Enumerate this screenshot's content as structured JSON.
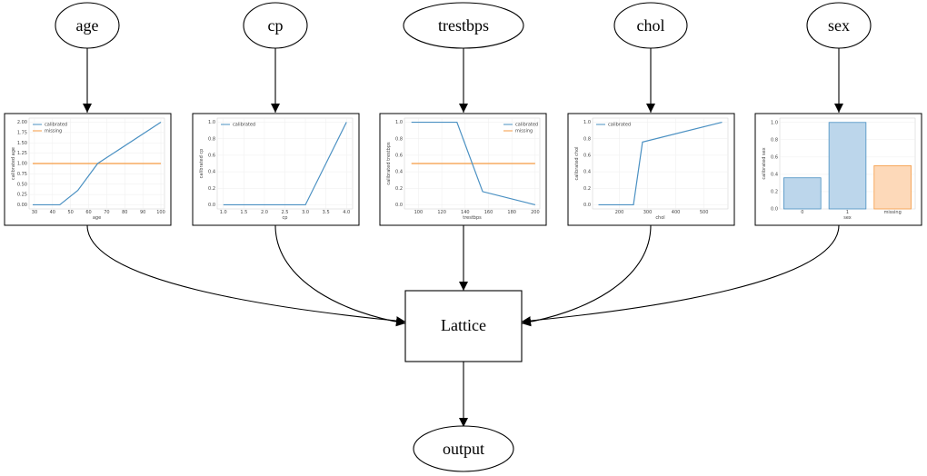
{
  "inputs": [
    "age",
    "cp",
    "trestbps",
    "chol",
    "sex"
  ],
  "center": "Lattice",
  "output": "output",
  "colors": {
    "calibrated": "#4a90c2",
    "missing": "#f59a42",
    "bar_calibrated": "#bcd6eb",
    "bar_missing": "#fdd9b9"
  },
  "chart_data": [
    {
      "type": "line",
      "feature": "age",
      "xlabel": "age",
      "ylabel": "calibrated age",
      "xlim": [
        27,
        102
      ],
      "ylim": [
        -0.1,
        2.1
      ],
      "xticks": [
        30,
        40,
        50,
        60,
        70,
        80,
        90,
        100
      ],
      "yticks": [
        0.0,
        0.25,
        0.5,
        0.75,
        1.0,
        1.25,
        1.5,
        1.75,
        2.0
      ],
      "ytick_labels": [
        "0.00",
        "0.25",
        "0.50",
        "0.75",
        "1.00",
        "1.25",
        "1.50",
        "1.75",
        "2.00"
      ],
      "legend": [
        "calibrated",
        "missing"
      ],
      "legend_position": "top-left",
      "series": [
        {
          "name": "calibrated",
          "x": [
            29,
            44,
            54,
            65,
            100
          ],
          "y": [
            0.0,
            0.0,
            0.35,
            1.0,
            2.0
          ]
        },
        {
          "name": "missing",
          "x": [
            29,
            100
          ],
          "y": [
            1.0,
            1.0
          ]
        }
      ]
    },
    {
      "type": "line",
      "feature": "cp",
      "xlabel": "cp",
      "ylabel": "calibrated cp",
      "xlim": [
        0.85,
        4.15
      ],
      "ylim": [
        -0.05,
        1.05
      ],
      "xticks": [
        1.0,
        1.5,
        2.0,
        2.5,
        3.0,
        3.5,
        4.0
      ],
      "xtick_labels": [
        "1.0",
        "1.5",
        "2.0",
        "2.5",
        "3.0",
        "3.5",
        "4.0"
      ],
      "yticks": [
        0.0,
        0.2,
        0.4,
        0.6,
        0.8,
        1.0
      ],
      "ytick_labels": [
        "0.0",
        "0.2",
        "0.4",
        "0.6",
        "0.8",
        "1.0"
      ],
      "legend": [
        "calibrated"
      ],
      "legend_position": "top-left",
      "series": [
        {
          "name": "calibrated",
          "x": [
            1.0,
            3.0,
            4.0
          ],
          "y": [
            0.0,
            0.0,
            1.0
          ]
        }
      ]
    },
    {
      "type": "line",
      "feature": "trestbps",
      "xlabel": "trestbps",
      "ylabel": "calibrated trestbps",
      "xlim": [
        88,
        204
      ],
      "ylim": [
        -0.05,
        1.05
      ],
      "xticks": [
        100,
        120,
        140,
        160,
        180,
        200
      ],
      "yticks": [
        0.0,
        0.2,
        0.4,
        0.6,
        0.8,
        1.0
      ],
      "ytick_labels": [
        "0.0",
        "0.2",
        "0.4",
        "0.6",
        "0.8",
        "1.0"
      ],
      "legend": [
        "calibrated",
        "missing"
      ],
      "legend_position": "top-right",
      "series": [
        {
          "name": "calibrated",
          "x": [
            94,
            133,
            155,
            200
          ],
          "y": [
            1.0,
            1.0,
            0.16,
            0.0
          ]
        },
        {
          "name": "missing",
          "x": [
            94,
            200
          ],
          "y": [
            0.5,
            0.5
          ]
        }
      ]
    },
    {
      "type": "line",
      "feature": "chol",
      "xlabel": "chol",
      "ylabel": "calibrated chol",
      "xlim": [
        105,
        585
      ],
      "ylim": [
        -0.05,
        1.05
      ],
      "xticks": [
        200,
        300,
        400,
        500
      ],
      "yticks": [
        0.0,
        0.2,
        0.4,
        0.6,
        0.8,
        1.0
      ],
      "ytick_labels": [
        "0.0",
        "0.2",
        "0.4",
        "0.6",
        "0.8",
        "1.0"
      ],
      "legend": [
        "calibrated"
      ],
      "legend_position": "top-left",
      "series": [
        {
          "name": "calibrated",
          "x": [
            126,
            250,
            282,
            564
          ],
          "y": [
            0.0,
            0.0,
            0.76,
            1.0
          ]
        }
      ]
    },
    {
      "type": "bar",
      "feature": "sex",
      "xlabel": "sex",
      "ylabel": "calibrated sex",
      "categories": [
        "0",
        "1",
        "missing"
      ],
      "values": [
        0.36,
        1.0,
        0.5
      ],
      "ylim": [
        0.0,
        1.05
      ],
      "yticks": [
        0.0,
        0.2,
        0.4,
        0.6,
        0.8,
        1.0
      ],
      "ytick_labels": [
        "0.0",
        "0.2",
        "0.4",
        "0.6",
        "0.8",
        "1.0"
      ]
    }
  ]
}
